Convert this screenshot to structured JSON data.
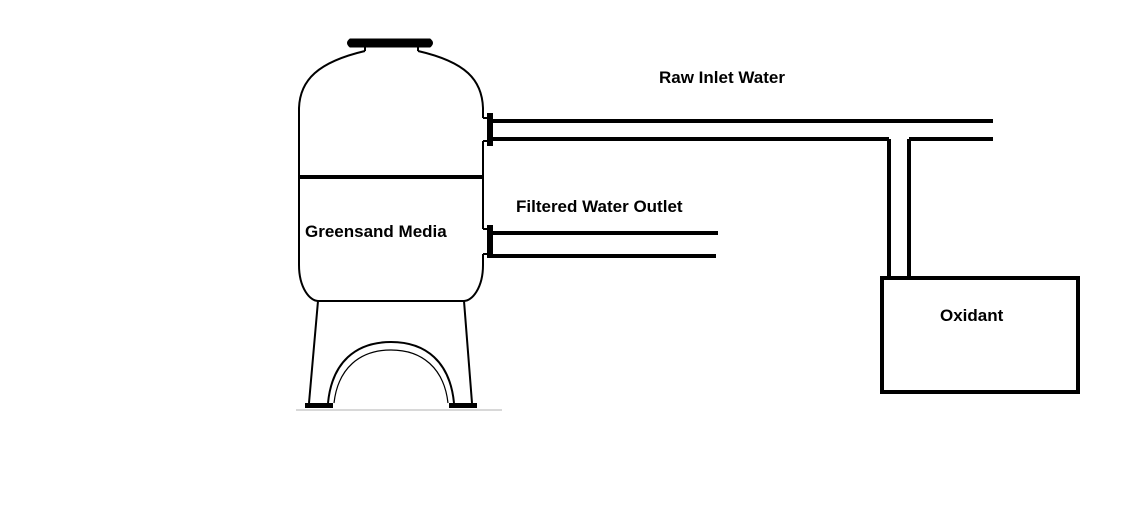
{
  "labels": {
    "raw_inlet": "Raw Inlet Water",
    "filtered_outlet": "Filtered Water Outlet",
    "media": "Greensand Media",
    "oxidant": "Oxidant"
  },
  "colors": {
    "stroke": "#000000",
    "background": "#ffffff"
  }
}
